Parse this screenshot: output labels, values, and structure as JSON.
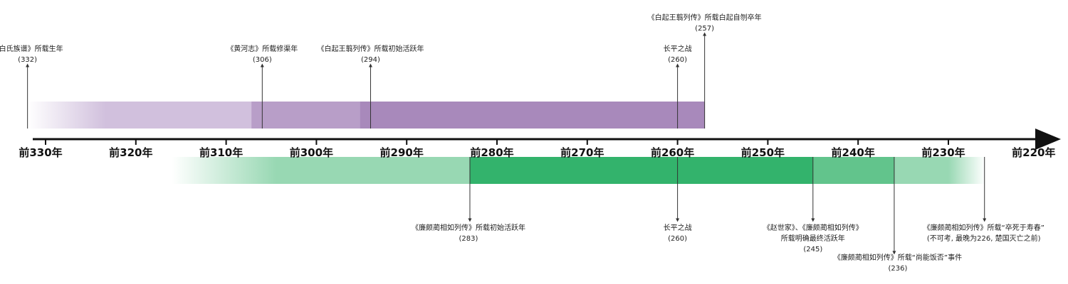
{
  "axis": {
    "ticks": [
      "前330年",
      "前320年",
      "前310年",
      "前300年",
      "前290年",
      "前280年",
      "前270年",
      "前260年",
      "前250年",
      "前240年",
      "前230年",
      "前220年"
    ],
    "tick_years": [
      330,
      320,
      310,
      300,
      290,
      280,
      270,
      260,
      250,
      240,
      230,
      220
    ]
  },
  "colors": {
    "bai_light": "#d1c0dd",
    "bai_mid": "#b89ec8",
    "bai_dark": "#a889bb",
    "lian_light": "#98d8b3",
    "lian_dark": "#33b36c",
    "axis": "#111111"
  },
  "bai_qi": {
    "segments": [
      {
        "from": 332,
        "to": 307.2,
        "color": "#d1c0dd",
        "fade_start": true
      },
      {
        "from": 307.2,
        "to": 295.2,
        "color": "#b89ec8"
      },
      {
        "from": 295.2,
        "to": 257,
        "color": "#a889bb"
      }
    ],
    "events": [
      {
        "label": "《白氏族谱》所载生年",
        "year_text": "(332)",
        "year": 332,
        "level": "low"
      },
      {
        "label": "《黄河志》所载修渠年",
        "year_text": "(306)",
        "year": 306,
        "level": "low"
      },
      {
        "label": "《白起王翦列传》所载初始活跃年",
        "year_text": "(294)",
        "year": 294,
        "level": "low"
      },
      {
        "label": "长平之战",
        "year_text": "(260)",
        "year": 260,
        "level": "low"
      },
      {
        "label": "《白起王翦列传》所载白起自刎卒年",
        "year_text": "(257)",
        "year": 257,
        "level": "high"
      }
    ]
  },
  "lian_po": {
    "segments": [
      {
        "from": 316,
        "to": 283,
        "color": "#98d8b3",
        "fade_start": true
      },
      {
        "from": 283,
        "to": 245,
        "color": "#33b36c"
      },
      {
        "from": 245,
        "to": 236,
        "color": "#62c48c"
      },
      {
        "from": 236,
        "to": 226,
        "color": "#98d8b3",
        "fade_end": true
      }
    ],
    "events": [
      {
        "label": "《廉颇蔺相如列传》所载初始活跃年",
        "year_text": "(283)",
        "year": 283,
        "level": "low"
      },
      {
        "label": "长平之战",
        "year_text": "(260)",
        "year": 260,
        "level": "low"
      },
      {
        "label": "《赵世家》、《廉颇蔺相如列传》",
        "label2": "所载明确最终活跃年",
        "year_text": "(245)",
        "year": 245,
        "level": "mid"
      },
      {
        "label": "《廉颇蔺相如列传》所载“尚能饭否”事件",
        "year_text": "(236)",
        "year": 236,
        "level": "deep"
      },
      {
        "label": "《廉颇蔺相如列传》所载“卒死于寿春”",
        "label2": "(不可考, 最晚为226, 楚国灭亡之前)",
        "year": 226,
        "level": "low"
      }
    ]
  }
}
